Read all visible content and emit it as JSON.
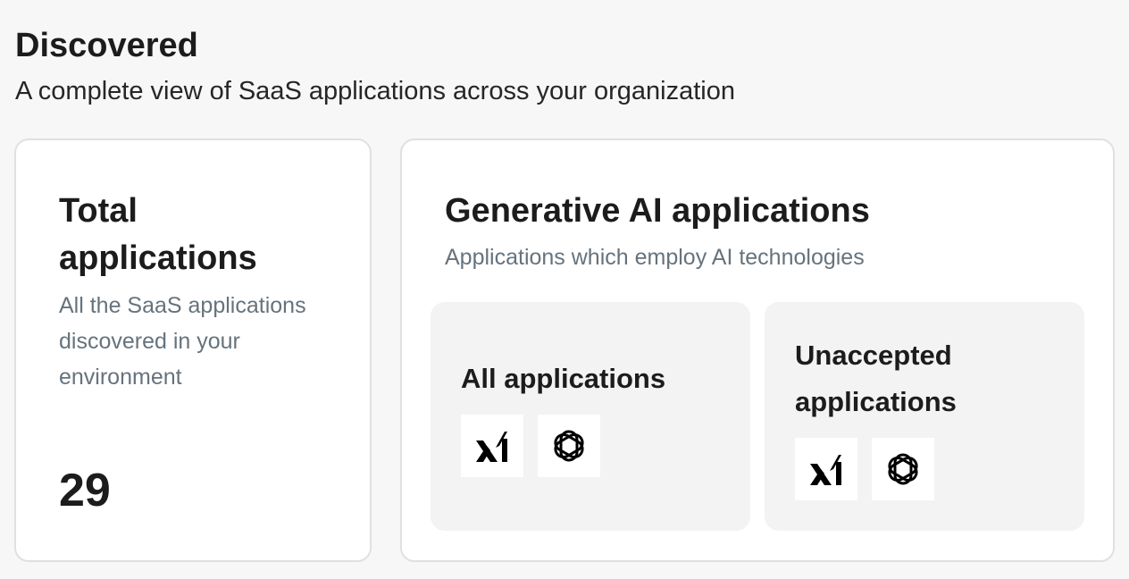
{
  "header": {
    "title": "Discovered",
    "subtitle": "A complete view of SaaS applications across your organization"
  },
  "total_card": {
    "title": "Total applications",
    "description": "All the SaaS applications discovered in your environment",
    "count": "29"
  },
  "genai_card": {
    "title": "Generative AI applications",
    "description": "Applications which employ AI technologies",
    "all_apps": {
      "title": "All applications",
      "icons": [
        "xai-logo-icon",
        "openai-logo-icon"
      ]
    },
    "unaccepted_apps": {
      "title": "Unaccepted applications",
      "icons": [
        "xai-logo-icon",
        "openai-logo-icon"
      ]
    }
  }
}
